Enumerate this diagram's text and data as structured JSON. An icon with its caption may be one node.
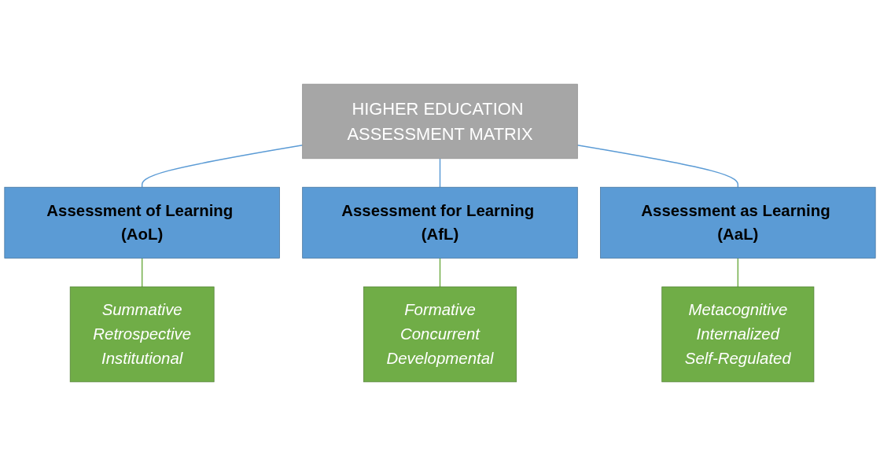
{
  "diagram": {
    "nodes": [
      {
        "text": [
          "HIGHER EDUCATION ASSESSMENT MATRIX"
        ]
      },
      {
        "text": [
          "Assessment of Learning (AoL)"
        ]
      },
      {
        "text": [
          "Assessment for Learning (AfL)"
        ]
      },
      {
        "text": [
          "Assessment as Learning (AaL)"
        ]
      },
      {
        "text": [
          "Summative",
          "Retrospective",
          "Institutional"
        ]
      },
      {
        "text": [
          "Formative",
          "Concurrent",
          "Developmental"
        ]
      },
      {
        "text": [
          "Metacognitive",
          "Internalized",
          "Self-Regulated"
        ]
      }
    ],
    "edges": [
      {
        "from": 0,
        "to": 1,
        "arrow": "none",
        "color": "#5b9bd5"
      },
      {
        "from": 0,
        "to": 2,
        "arrow": "none",
        "color": "#5b9bd5"
      },
      {
        "from": 0,
        "to": 3,
        "arrow": "none",
        "color": "#5b9bd5"
      },
      {
        "from": 1,
        "to": 4,
        "arrow": "none",
        "color": "#70ad47"
      },
      {
        "from": 2,
        "to": 5,
        "arrow": "none",
        "color": "#70ad47"
      },
      {
        "from": 3,
        "to": 6,
        "arrow": "none",
        "color": "#70ad47"
      }
    ]
  }
}
